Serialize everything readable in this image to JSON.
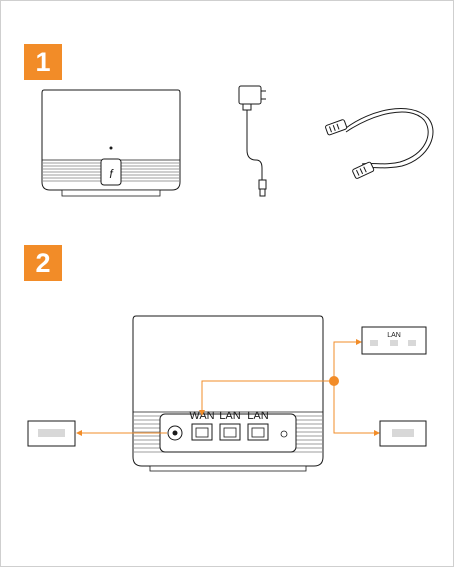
{
  "steps": {
    "step1": "1",
    "step2": "2"
  },
  "router_front": {
    "logo": "f",
    "icon": "tenda-logo-icon"
  },
  "router_back": {
    "ports": [
      "WAN",
      "LAN",
      "LAN"
    ]
  },
  "lan_switch": {
    "label": "LAN"
  },
  "colors": {
    "accent": "#f28c28",
    "line": "#1a1a1a",
    "box_fill": "#f2f2f2"
  }
}
